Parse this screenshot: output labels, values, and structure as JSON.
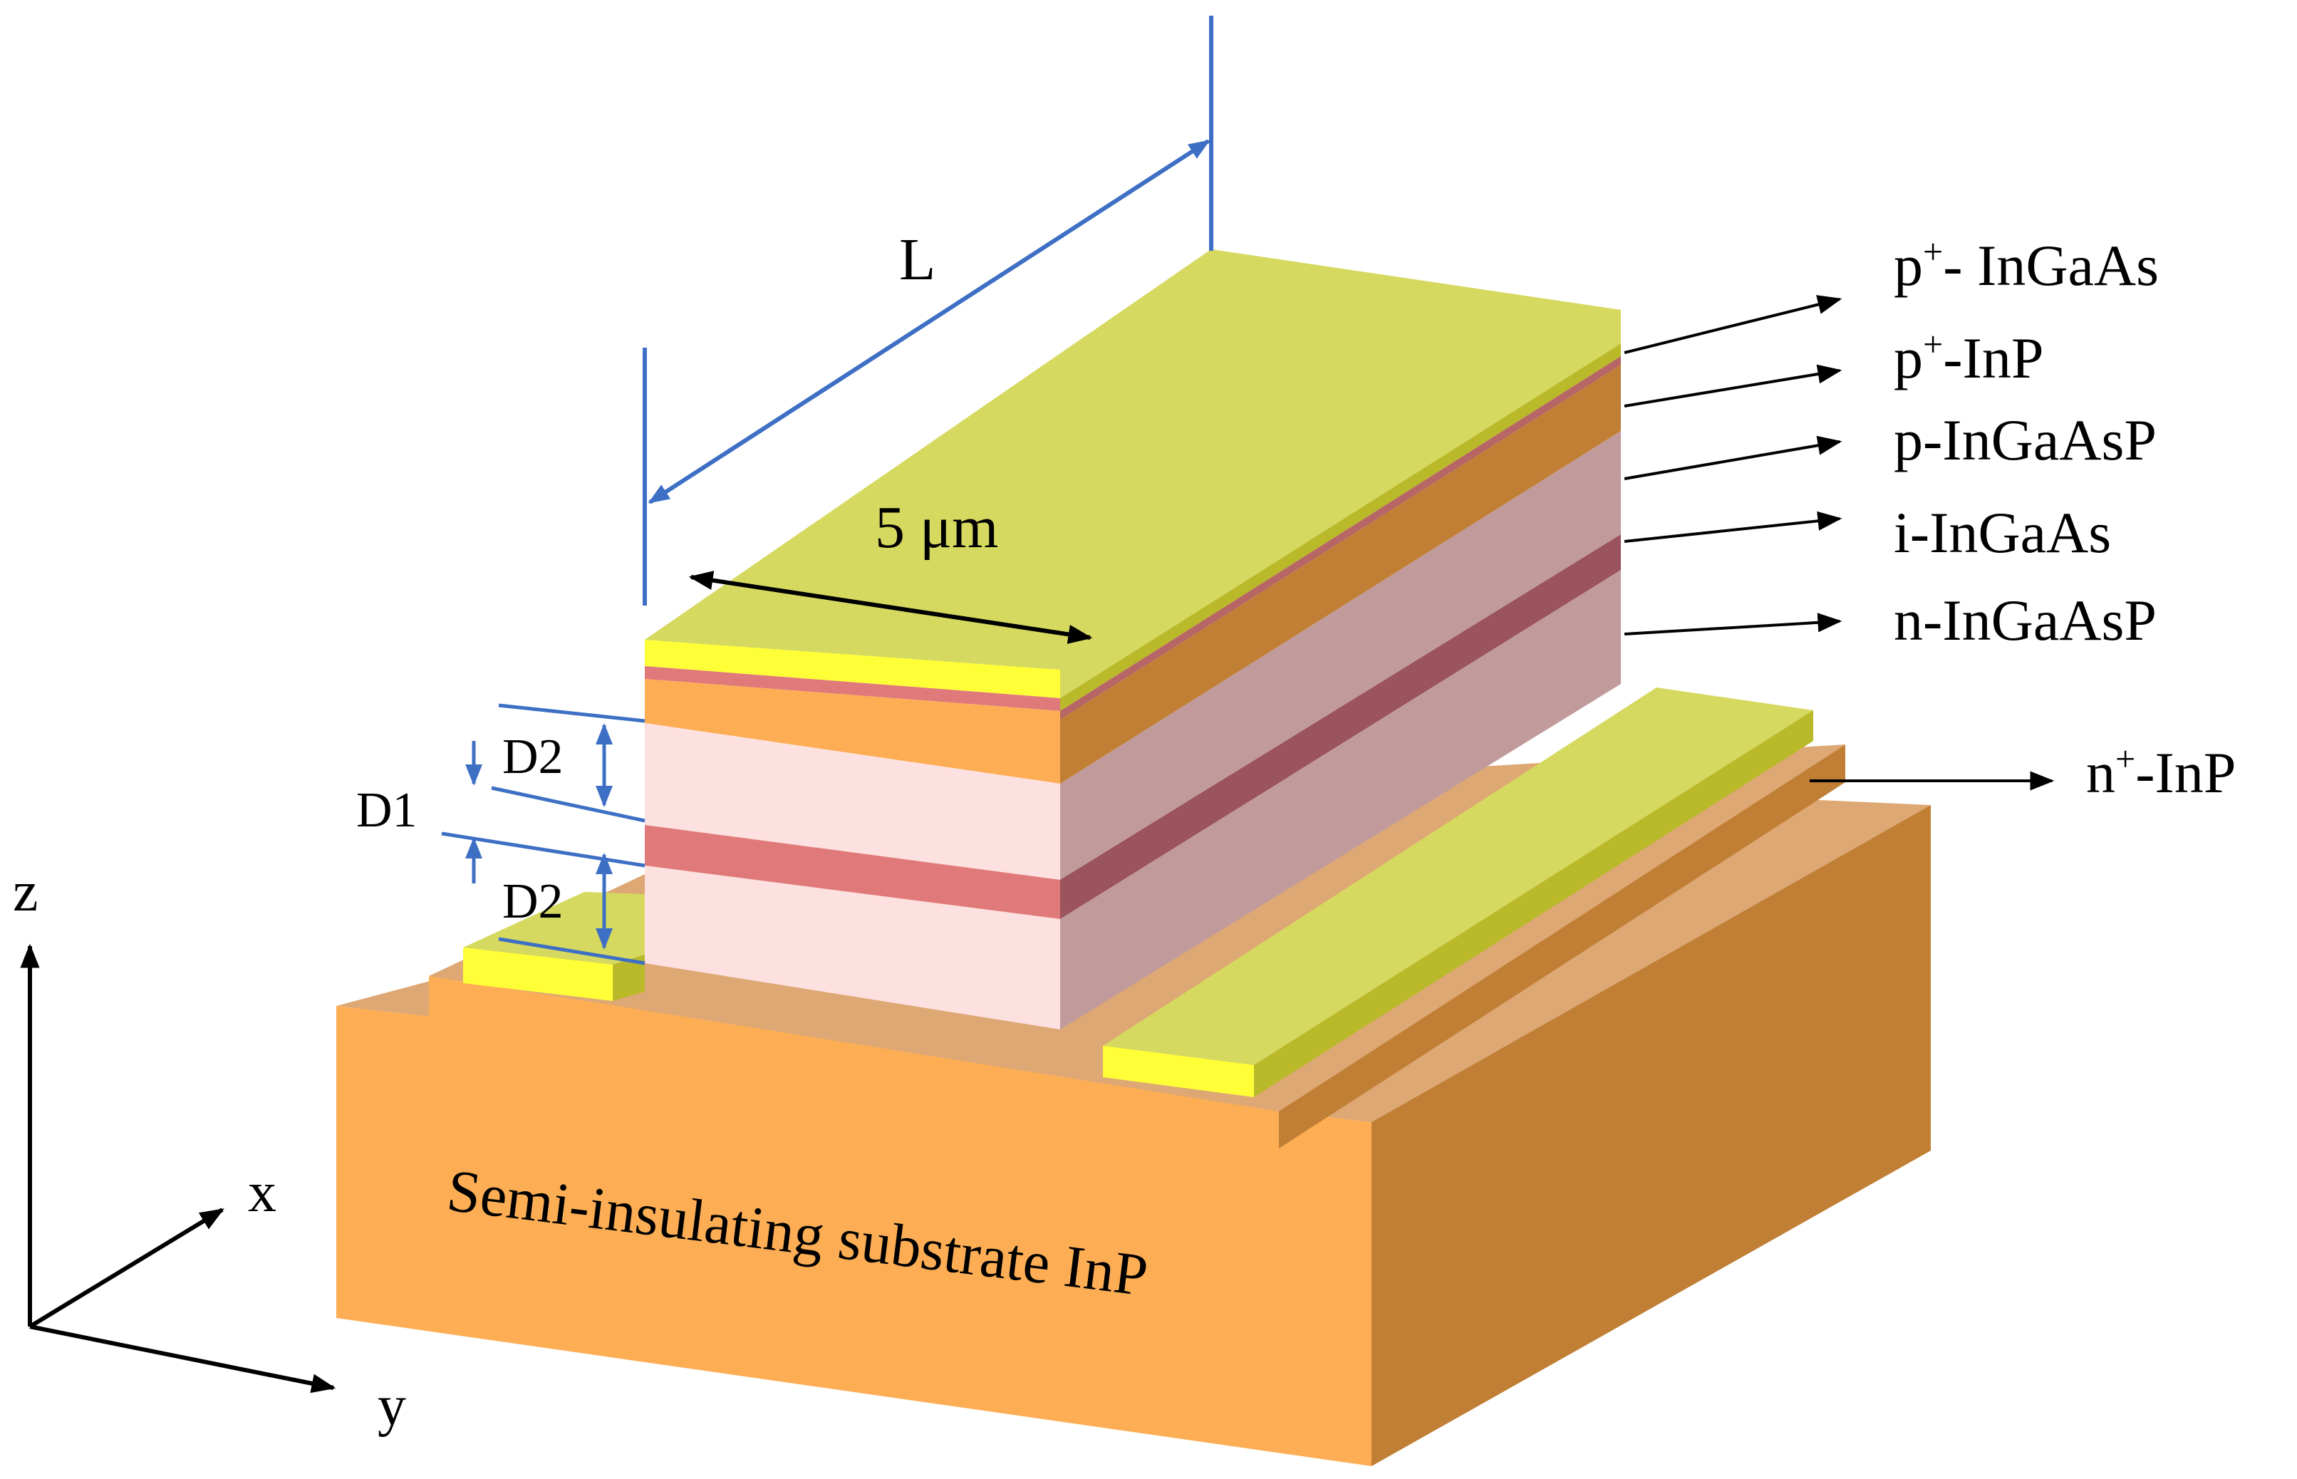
{
  "figure": {
    "substrate_label": "Semi-insulating substrate InP",
    "width_label": "5 μm",
    "length_label": "L",
    "layers": [
      {
        "id": "p-plus-ingaas",
        "base": "p",
        "sup": "+",
        "rest": "- InGaAs",
        "color": "#e2e244"
      },
      {
        "id": "p-plus-inp",
        "base": "p",
        "sup": "+",
        "rest": "-InP",
        "color": "#e07a7a"
      },
      {
        "id": "p-ingaasp",
        "base": "p-InGaAsP",
        "sup": "",
        "rest": "",
        "color": "#f9aa55"
      },
      {
        "id": "i-ingaas",
        "base": "i-InGaAs",
        "sup": "",
        "rest": "",
        "color": "#fde0e0"
      },
      {
        "id": "n-ingaasp",
        "base": "n-InGaAsP",
        "sup": "",
        "rest": "",
        "color": "#fde0e0"
      },
      {
        "id": "n-plus-inp",
        "base": "n",
        "sup": "+",
        "rest": "-InP",
        "color": "#e0a676"
      }
    ],
    "dimension_labels": {
      "d1": "D1",
      "d2_top": "D2",
      "d2_bottom": "D2"
    },
    "axes": {
      "z": "z",
      "x": "x",
      "y": "y"
    }
  },
  "colors": {
    "substrate_front": "#fdae55",
    "substrate_side": "#c07f35",
    "substrate_top": "#dea874",
    "contact_top": "#d6d95f",
    "contact_front": "#ffff38",
    "contact_side": "#b9b92a",
    "dimension_line": "#3d6fc4",
    "arrow": "#000000"
  }
}
